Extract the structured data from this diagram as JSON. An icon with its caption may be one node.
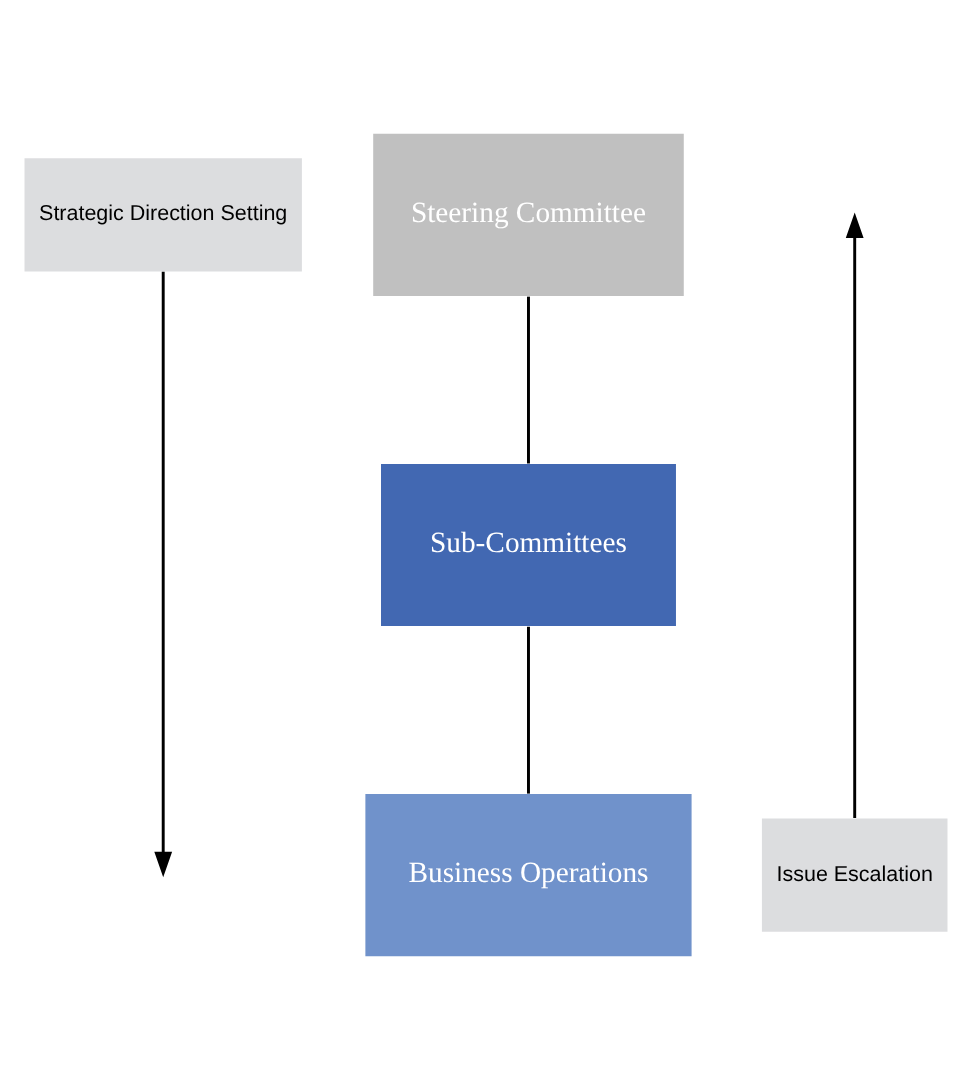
{
  "diagram": {
    "nodes": [
      {
        "text": [
          "Strategic Direction Setting"
        ]
      },
      {
        "text": [
          "Steering Committee"
        ]
      },
      {
        "text": [
          "Sub-Committees"
        ]
      },
      {
        "text": [
          "Business Operations"
        ]
      },
      {
        "text": [
          "Issue Escalation"
        ]
      }
    ],
    "edges": [
      {
        "from": 0,
        "to": null,
        "arrow": "to"
      },
      {
        "from": 1,
        "to": 2,
        "arrow": "none"
      },
      {
        "from": 2,
        "to": 3,
        "arrow": "none"
      },
      {
        "from": 4,
        "to": null,
        "arrow": "to"
      }
    ]
  }
}
